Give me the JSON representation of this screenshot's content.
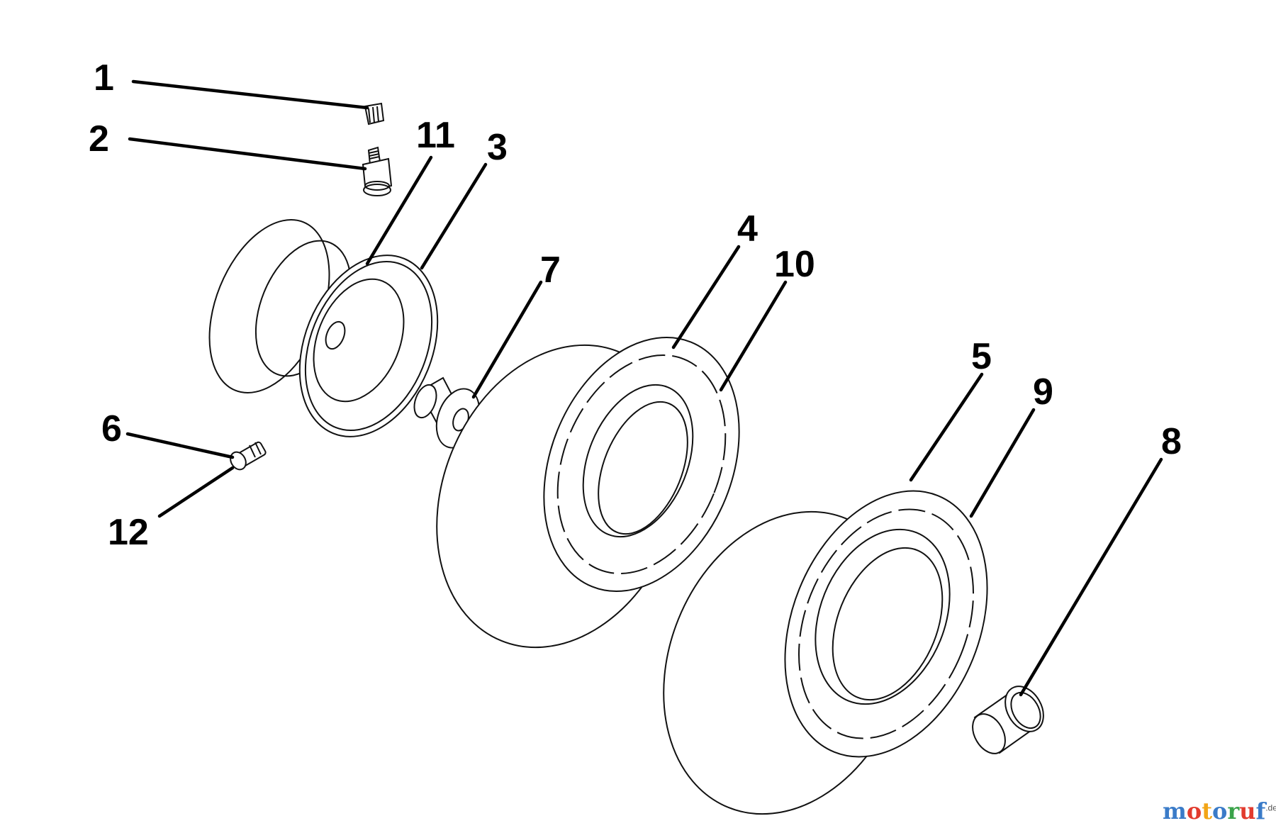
{
  "callouts": {
    "c1": "1",
    "c2": "2",
    "c3": "3",
    "c4": "4",
    "c5": "5",
    "c6": "6",
    "c7": "7",
    "c8": "8",
    "c9": "9",
    "c10": "10",
    "c11": "11",
    "c12": "12"
  },
  "watermark": {
    "letters": [
      "m",
      "o",
      "t",
      "o",
      "r",
      "u",
      "f"
    ],
    "colors": [
      "#3a7bc8",
      "#e23b2e",
      "#f2a516",
      "#3a7bc8",
      "#3aa34a",
      "#e23b2e",
      "#3a7bc8"
    ],
    "suffix": ".de"
  }
}
